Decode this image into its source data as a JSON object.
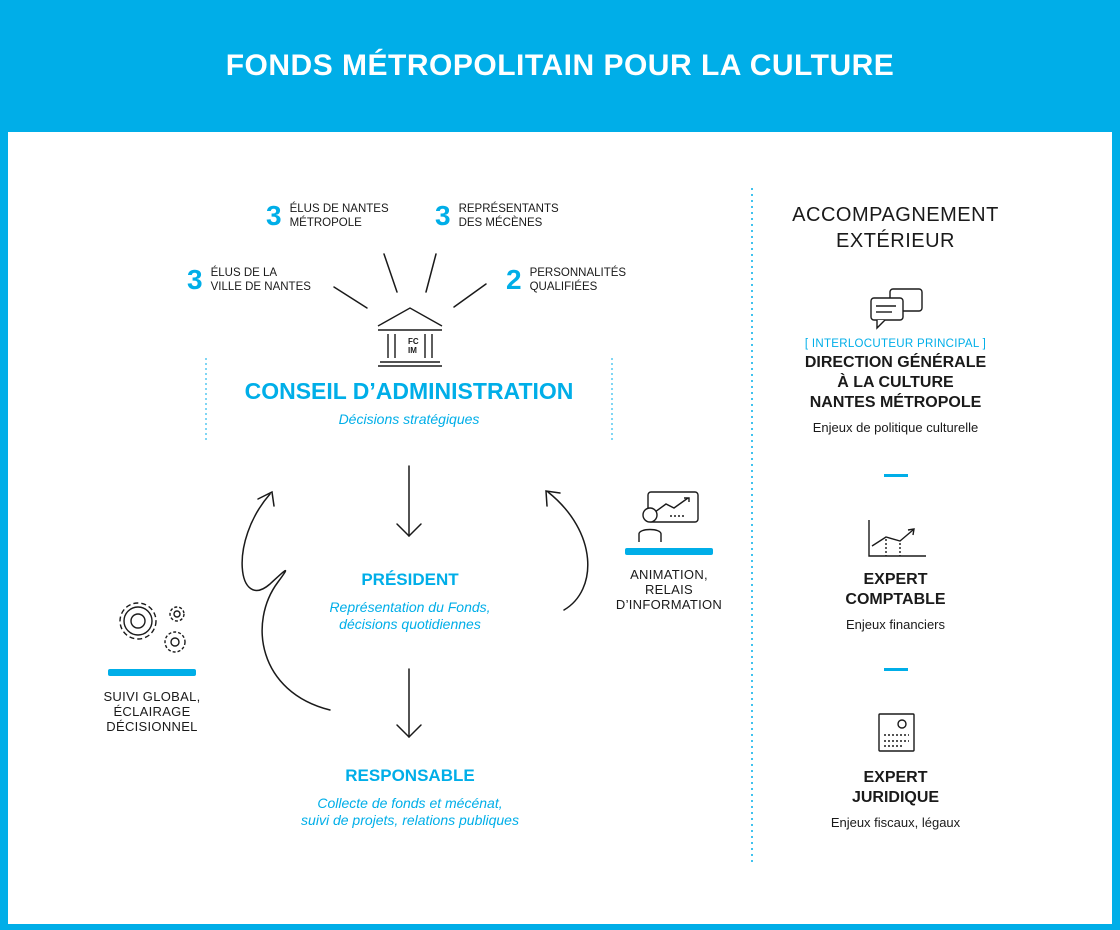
{
  "header": {
    "title": "FONDS MÉTROPOLITAIN POUR LA CULTURE"
  },
  "members": [
    {
      "count": "3",
      "label_line1": "ÉLUS DE NANTES",
      "label_line2": "MÉTROPOLE"
    },
    {
      "count": "3",
      "label_line1": "REPRÉSENTANTS",
      "label_line2": "DES MÉCÈNES"
    },
    {
      "count": "3",
      "label_line1": "ÉLUS DE LA",
      "label_line2": "VILLE DE NANTES"
    },
    {
      "count": "2",
      "label_line1": "PERSONNALITÉS",
      "label_line2": "QUALIFIÉES"
    }
  ],
  "logo": {
    "text_top": "FC",
    "text_bottom": "IM"
  },
  "conseil": {
    "title": "CONSEIL D’ADMINISTRATION",
    "subtitle": "Décisions stratégiques"
  },
  "president": {
    "title": "PRÉSIDENT",
    "line1": "Représentation du Fonds,",
    "line2": "décisions quotidiennes"
  },
  "responsable": {
    "title": "RESPONSABLE",
    "line1": "Collecte de fonds et mécénat,",
    "line2": "suivi de projets, relations publiques"
  },
  "left_role": {
    "line1": "SUIVI GLOBAL,",
    "line2": "ÉCLAIRAGE",
    "line3": "DÉCISIONNEL",
    "icon": "gears-icon"
  },
  "right_role": {
    "line1": "ANIMATION,",
    "line2": "RELAIS",
    "line3": "D’INFORMATION",
    "icon": "presentation-icon"
  },
  "external": {
    "title_line1": "ACCOMPAGNEMENT",
    "title_line2": "EXTÉRIEUR",
    "direction": {
      "tag": "[ INTERLOCUTEUR PRINCIPAL ]",
      "line1": "DIRECTION GÉNÉRALE",
      "line2": "À LA CULTURE",
      "line3": "NANTES MÉTROPOLE",
      "sub": "Enjeux de politique culturelle",
      "icon": "chat-bubbles-icon"
    },
    "comptable": {
      "line1": "EXPERT",
      "line2": "COMPTABLE",
      "sub": "Enjeux financiers",
      "icon": "line-chart-icon"
    },
    "juridique": {
      "line1": "EXPERT",
      "line2": "JURIDIQUE",
      "sub": "Enjeux fiscaux, légaux",
      "icon": "certificate-icon"
    }
  },
  "colors": {
    "accent": "#00aee8",
    "text": "#1a1a1a",
    "background": "#ffffff"
  }
}
